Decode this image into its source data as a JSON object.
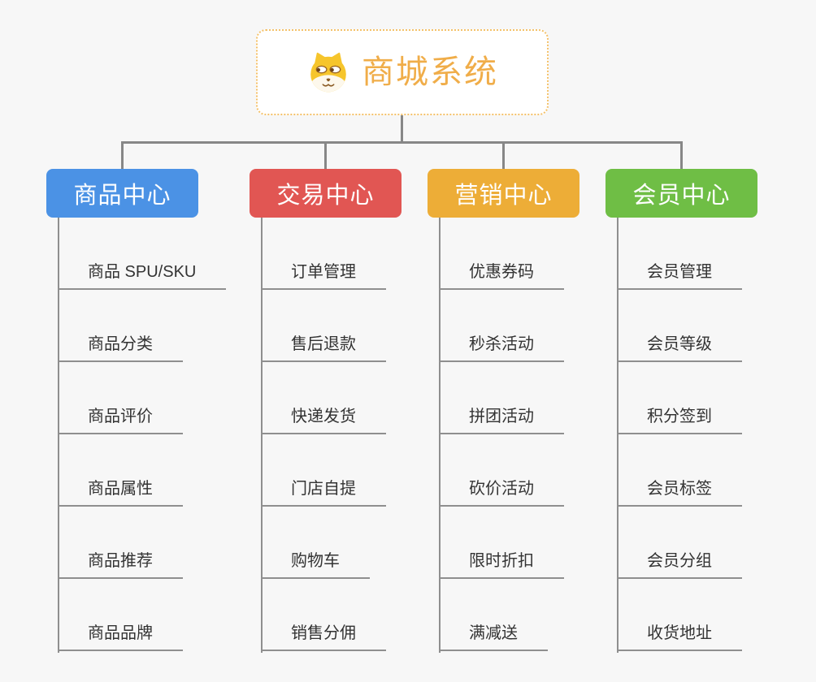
{
  "root": {
    "title": "商城系统",
    "title_color": "#f0ad49",
    "border_color": "#f4c169",
    "icon": "shiba-dog-icon"
  },
  "branches": [
    {
      "label": "商品中心",
      "color": "#4b92e5",
      "items": [
        "商品 SPU/SKU",
        "商品分类",
        "商品评价",
        "商品属性",
        "商品推荐",
        "商品品牌"
      ]
    },
    {
      "label": "交易中心",
      "color": "#e15653",
      "items": [
        "订单管理",
        "售后退款",
        "快递发货",
        "门店自提",
        "购物车",
        "销售分佣"
      ]
    },
    {
      "label": "营销中心",
      "color": "#edad37",
      "items": [
        "优惠券码",
        "秒杀活动",
        "拼团活动",
        "砍价活动",
        "限时折扣",
        "满减送"
      ]
    },
    {
      "label": "会员中心",
      "color": "#6fbe45",
      "items": [
        "会员管理",
        "会员等级",
        "积分签到",
        "会员标签",
        "会员分组",
        "收货地址"
      ]
    }
  ],
  "colors": {
    "background": "#f7f7f7",
    "connector_line": "#878787",
    "underline": "#8f8f8f",
    "topic_text": "#333333"
  }
}
